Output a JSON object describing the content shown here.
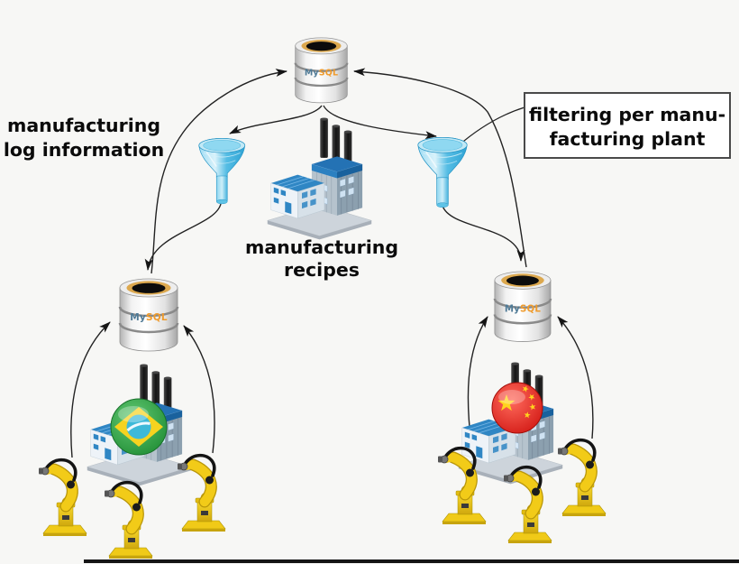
{
  "texts": {
    "log_info": {
      "line1": "manufacturing",
      "line2": "log information"
    },
    "filter_box": {
      "line1": "filtering per manu-",
      "line2": "facturing plant"
    },
    "recipes": {
      "line1": "manufacturing",
      "line2": "recipes"
    }
  },
  "logo": {
    "part1": "My",
    "part2": "SQL"
  },
  "nodes": [
    {
      "id": "central-mysql-db",
      "type": "database",
      "label": "MySQL"
    },
    {
      "id": "left-filter-funnel",
      "type": "funnel"
    },
    {
      "id": "right-filter-funnel",
      "type": "funnel"
    },
    {
      "id": "recipes-factory",
      "type": "factory",
      "caption": "manufacturing recipes"
    },
    {
      "id": "brazil-plant-db",
      "type": "database",
      "label": "MySQL"
    },
    {
      "id": "china-plant-db",
      "type": "database",
      "label": "MySQL"
    },
    {
      "id": "brazil-factory",
      "type": "factory",
      "flag": "brazil"
    },
    {
      "id": "china-factory",
      "type": "factory",
      "flag": "china"
    },
    {
      "id": "brazil-robots",
      "type": "robot-group",
      "count": 3
    },
    {
      "id": "china-robots",
      "type": "robot-group",
      "count": 3
    }
  ],
  "arrows": [
    {
      "from": "central-mysql-db",
      "to": "left-filter-funnel"
    },
    {
      "from": "central-mysql-db",
      "to": "right-filter-funnel"
    },
    {
      "from": "left-filter-funnel",
      "to": "brazil-plant-db"
    },
    {
      "from": "right-filter-funnel",
      "to": "china-plant-db"
    },
    {
      "from": "brazil-plant-db",
      "to": "central-mysql-db",
      "meaning": "manufacturing log information"
    },
    {
      "from": "china-plant-db",
      "to": "central-mysql-db",
      "meaning": "manufacturing log information"
    },
    {
      "from": "brazil-robot-left",
      "to": "brazil-plant-db"
    },
    {
      "from": "brazil-robot-right",
      "to": "brazil-plant-db"
    },
    {
      "from": "china-robot-left",
      "to": "china-plant-db"
    },
    {
      "from": "china-robot-right",
      "to": "china-plant-db"
    },
    {
      "from": "filter-box-label",
      "to": "right-filter-funnel",
      "type": "callout-line"
    }
  ],
  "colors": {
    "bg": "#f7f7f5",
    "mysql_blue": "#4f7a96",
    "mysql_orange": "#ef9b2d",
    "funnel_cyan": "#4db8e2",
    "factory_blue": "#2b80c1",
    "robot_yellow": "#f2cb18",
    "arrow_black": "#222222",
    "box_border": "#4a4a4a",
    "brazil_green": "#2d9e3f",
    "brazil_yellow": "#f6d320",
    "china_red": "#e32219",
    "flag_star_yellow": "#ffd41e"
  }
}
